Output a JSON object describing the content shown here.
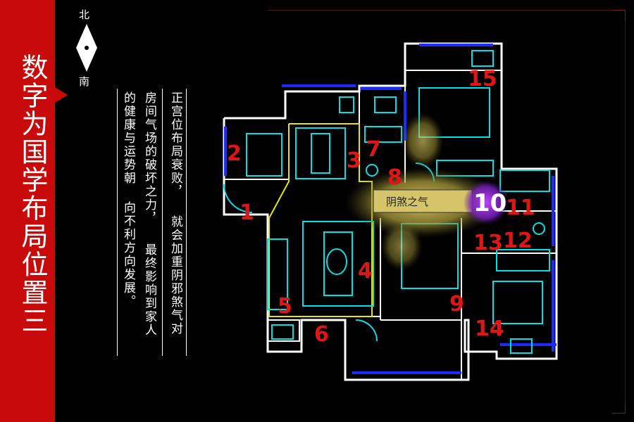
{
  "sidebar": {
    "title": "数字为国学布局位置三"
  },
  "compass": {
    "north": "北",
    "south": "南"
  },
  "description": {
    "columns": [
      "正宫位布局衰败，",
      "就会加重阴邪煞气对",
      "房间气场的破坏之力，",
      "最终影响到家人",
      "的健康与运势朝",
      "向不利方向发展。"
    ]
  },
  "floorplan": {
    "numbers": [
      "1",
      "2",
      "3",
      "4",
      "5",
      "6",
      "7",
      "8",
      "9",
      "10",
      "11",
      "12",
      "13",
      "14",
      "15"
    ],
    "label": "阴煞之气",
    "colors": {
      "walls": "#00e0e8",
      "windows": "#1a2cff",
      "outline": "#ffffff",
      "zone": "#e6e600",
      "numbers": "#e01515"
    }
  }
}
